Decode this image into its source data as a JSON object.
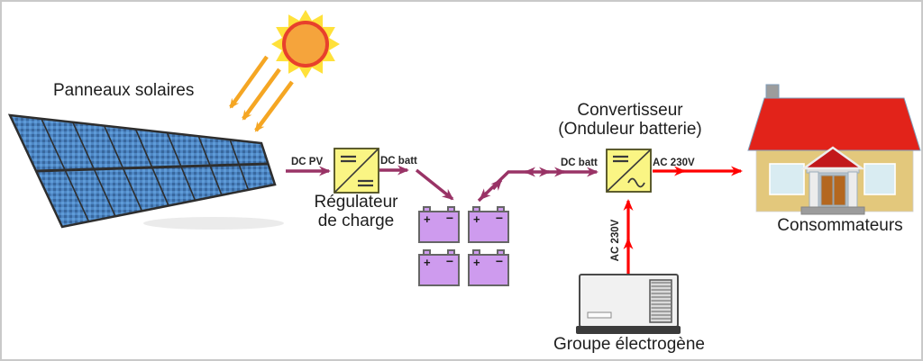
{
  "components": {
    "solar_panels": {
      "label": "Panneaux solaires"
    },
    "regulator": {
      "label_line1": "Régulateur",
      "label_line2": "de charge"
    },
    "converter": {
      "label_line1": "Convertisseur",
      "label_line2": "(Onduleur batterie)"
    },
    "batteries": {
      "count": 4,
      "plus": "+",
      "minus": "−"
    },
    "generator": {
      "label": "Groupe électrogène"
    },
    "consumers": {
      "label": "Consommateurs"
    }
  },
  "wires": {
    "pv_to_regulator": {
      "label": "DC PV",
      "color": "#993366"
    },
    "regulator_to_battery": {
      "label": "DC batt",
      "color": "#993366"
    },
    "battery_to_converter": {
      "label": "DC batt",
      "color": "#993366"
    },
    "converter_to_consumers": {
      "label": "AC 230V",
      "color": "#FF0000"
    },
    "generator_to_converter": {
      "label": "AC 230V",
      "color": "#FF0000"
    }
  },
  "colors": {
    "dc_wire": "#993366",
    "ac_wire": "#FF0000",
    "component_box": "#FAF584",
    "battery_fill": "#CE9BEE",
    "panel_blue": "#4E86C4",
    "sun_spikes": "#FFE13A",
    "sun_disc": "#F5A43C",
    "sun_ring": "#E8402C",
    "ray_orange": "#F5A623",
    "roof_red": "#E2231A",
    "wall_tan": "#E3C87C"
  }
}
